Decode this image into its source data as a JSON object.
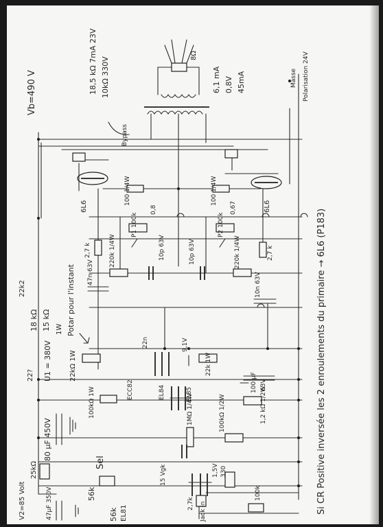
{
  "labels": {
    "vb": "Vb=490 V",
    "transformer_spec_1": "18,5 kΩ 7mA 23V",
    "transformer_spec_2": "10kΩ 330V",
    "speaker": "8Ω",
    "tube_data_1": "6,1 mA",
    "tube_data_2": "0,8V",
    "tube_data_3": "45mA",
    "ground_label": "Masse",
    "heater_label": "Polarisation 24V",
    "bypass": "Bypass",
    "tube_left": "6L6",
    "tube_right": "6L6",
    "tube_ecc83": "ECC82",
    "tube_el84": "EL84",
    "tube_ecc85": "EL85",
    "res_100_l": "100 1/4W",
    "res_100_r": "100 1/4W",
    "val_08": "0,8",
    "val_067": "0,67",
    "p1": "P1 100k",
    "p2": "P2 100k",
    "r_27k_l": "2,7 k",
    "r_27k_r": "2,7 k",
    "c_10p_l": "10p 63V",
    "c_10p_r": "10p 63V",
    "r_220k_l": "220k 1/4W",
    "r_220k_r": "220k 1/4W",
    "c_47n": "47n 63V",
    "c_10n": "10n 63V",
    "res_22k2": "22k2",
    "r_18k": "18 kΩ",
    "r_18k_sub": "15 kΩ",
    "watt_1w": "1W",
    "pot_note": "Potar pour l'instant",
    "r_22k_1w": "22kΩ 1W",
    "v1": "U1 = 380V",
    "v1_val": "22?",
    "c_22n": "22n",
    "r_1w_8": "9,1V",
    "r_22k_1": "22k 1W",
    "r_100k_1w": "100kΩ 1W",
    "ecc82": "ECC82",
    "c_100u": "100 µF",
    "c_100u_2": "63V",
    "c_80u": "80 µF 450V",
    "r_1m": "1MΩ 1/4W",
    "r_100k_half": "100kΩ 1/2W",
    "r_1k": "1,2 kΩ 1/2W",
    "r_25k": "25kΩ",
    "v2": "V2=85 Volt",
    "c_47u": "47µF 350V",
    "sel": "Sel",
    "r_56k": "56k",
    "r_56k_2": "56k",
    "tube_ec81": "EL81",
    "v_15vg": "15 Vgk",
    "v_15v": "1,5V",
    "r_330": "330",
    "r_27k_in": "2,7k",
    "r_100k_in": "100k",
    "in_label": "Jack in",
    "footer": "Si CR Positive inversée les 2 enroulements du primaire → 6L6 (P183)"
  }
}
